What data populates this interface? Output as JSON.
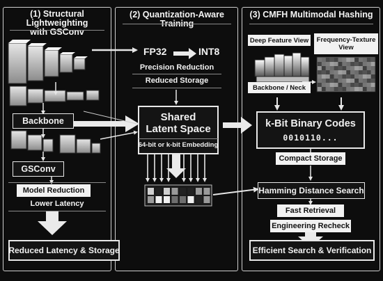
{
  "columns": {
    "c1": {
      "title_line1": "(1) Structural Lightweighting",
      "title_line2": "with GSConv",
      "backbone": "Backbone",
      "gsconv": "GSConv",
      "model_reduction": "Model Reduction",
      "lower_latency": "Lower Latency",
      "bottom": "Reduced Latency & Storage"
    },
    "c2": {
      "title": "(2) Quantization-Aware Training",
      "fp32": "FP32",
      "int8": "INT8",
      "precision_reduction": "Precision Reduction",
      "reduced_storage": "Reduced Storage",
      "latent_line1": "Shared",
      "latent_line2": "Latent Space",
      "embedding": "64-bit or k-bit Embedding"
    },
    "c3": {
      "title": "(3) CMFH Multimodal Hashing",
      "deep_view": "Deep Feature View",
      "freq_view_line1": "Frequency-Texture",
      "freq_view_line2": "View",
      "backbone_neck": "Backbone / Neck",
      "binary_codes": "k-Bit Binary Codes",
      "bits": "0010110...",
      "compact_storage": "Compact Storage",
      "hamming": "Hamming Distance Search",
      "fast_retrieval": "Fast Retrieval",
      "recheck": "Engineering Recheck",
      "bottom": "Efficient Search & Verification"
    }
  },
  "colors": {
    "background": "#0d0d0d",
    "foreground": "#f2f2f2",
    "border": "#cfcfcf"
  }
}
